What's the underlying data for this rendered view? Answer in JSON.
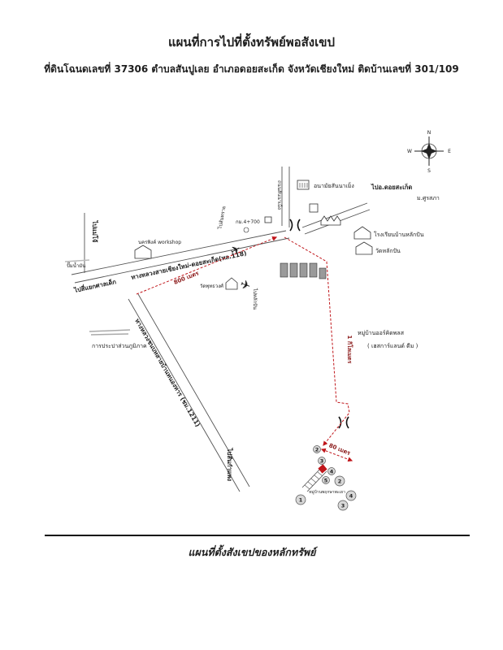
{
  "header": {
    "title": "แผนที่การไปที่ตั้งทรัพย์พอสังเขป",
    "subtitle": "ที่ดินโฉนดเลขที่ 37306 ตำบลสันปูเลย อำเภอดอยสะเก็ด จังหวัดเชียงใหม่  ติดบ้านเลขที่ 301/109"
  },
  "map": {
    "compass": {
      "n": "N",
      "s": "S",
      "w": "W",
      "e": "E"
    },
    "places": {
      "health_center": "อนามัยสันนาเม็ง",
      "to_doi_saket": "ไปอ.ดอยสะเก็ด",
      "university": "ม.ศูรสภา",
      "km_marker": "กม.4+700",
      "workshop": "นครพิงค์ workshop",
      "to_intersection": "ไปสี่แยกศาลเด็ก",
      "highway_118": "ทางหลวงสายเชียงใหม่-ดอยสะเก็ด(ทล.118)",
      "gas_station": "ปั๊มน้ำมัน",
      "to_mae_jo": "ไปแม่โจ้",
      "school": "โรงเรียนบ้านหลักปัน",
      "temple": "วัดหลักปัน",
      "temple_small": "วัดพุทธวงศ์",
      "road_san_na_meng": "ถนนสันนาเม็ง",
      "to_san_sai": "ไปสันทราย",
      "to_lak_pan": "ไปหลักปัน",
      "village": "หมู่บ้านออร์คิดพลส",
      "village_sub": "( เฮสการ์แลนด์  ดีม )",
      "waterworks": "การประปาส่วนภูมิภาค",
      "rural_road": "ทางหลวงชนบทสายบ้านหนองหาร (ชม.1211)",
      "to_san_kamphaeng": "ไปสันกำแพง",
      "property_village": "หมู่บ้านพฤกษาพะเยา"
    },
    "distances": {
      "main_road": "800 เมตร",
      "village_road": "1 กิโลเมตร",
      "lane": "80 เมตร"
    },
    "markers": [
      "2",
      "3",
      "4",
      "5",
      "2",
      "4",
      "3",
      "1"
    ],
    "colors": {
      "route": "#c0161b",
      "ink": "#1e1e1e",
      "road": "#555555"
    }
  },
  "footer": {
    "caption": "แผนที่ตั้งสังเขปของหลักทรัพย์"
  }
}
